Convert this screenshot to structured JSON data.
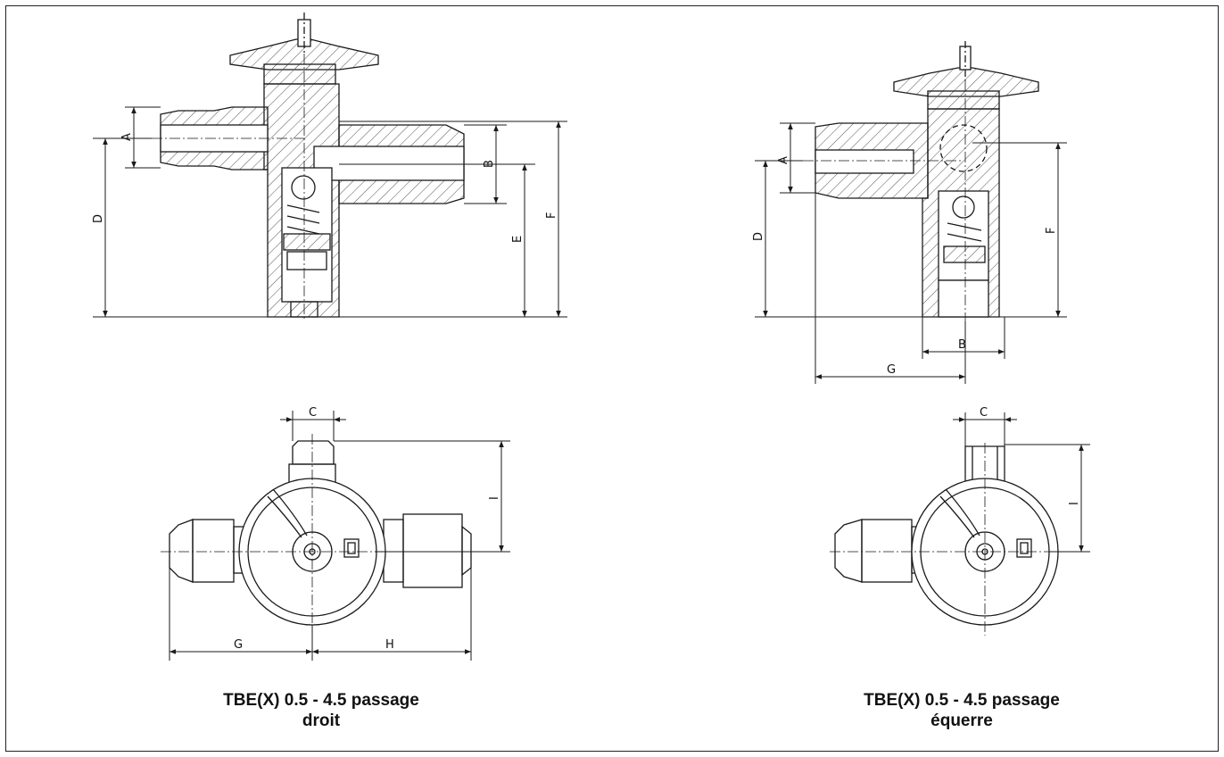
{
  "labels": {
    "A": "A",
    "B": "B",
    "C": "C",
    "D": "D",
    "E": "E",
    "F": "F",
    "G": "G",
    "H": "H",
    "I": "I"
  },
  "captions": {
    "left_line1": "TBE(X) 0.5 - 4.5 passage",
    "left_line2": "droit",
    "right_line1": "TBE(X) 0.5 - 4.5 passage",
    "right_line2": "équerre"
  },
  "colors": {
    "line": "#1a1a1a",
    "hatch": "#555555",
    "background": "#ffffff"
  }
}
